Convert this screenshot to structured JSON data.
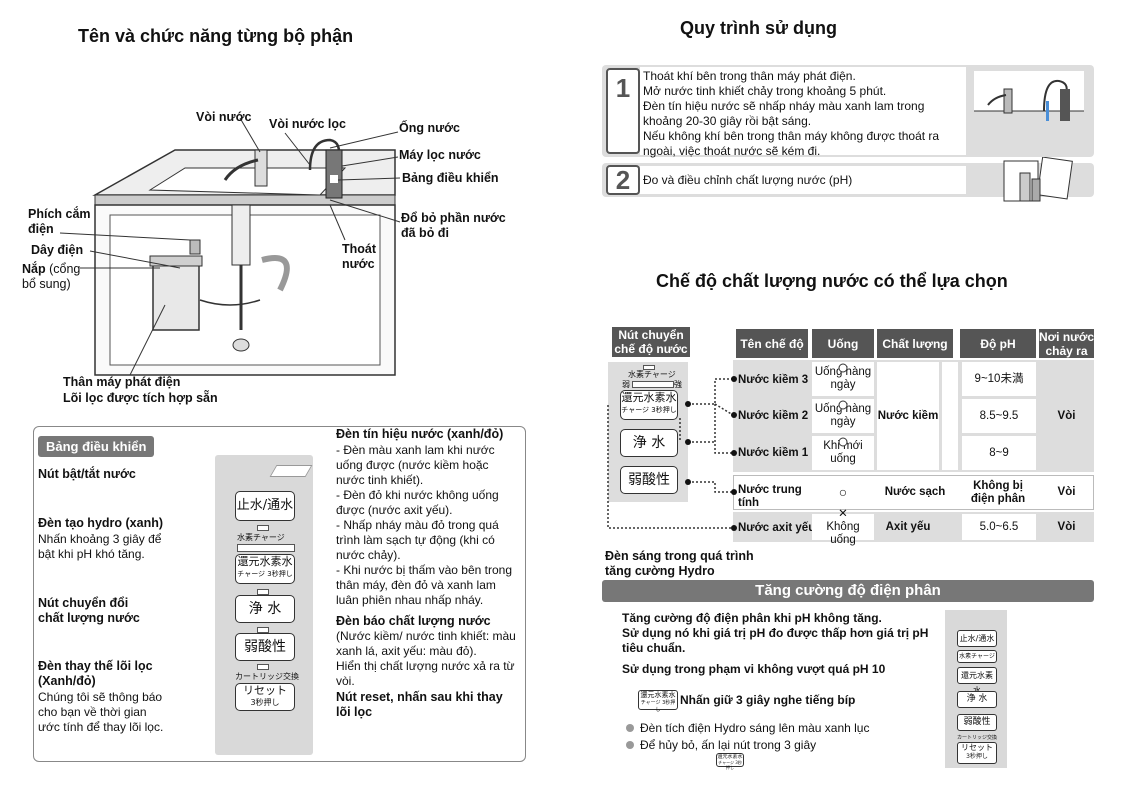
{
  "left": {
    "title": "Tên và chức năng từng bộ phận",
    "labels": {
      "faucet": "Vòi nước",
      "filter_faucet": "Vòi nước lọc",
      "pipe": "Ống nước",
      "filter_unit": "Máy lọc nước",
      "control_panel": "Bảng điều khiển",
      "plug": "Phích cắm\nđiện",
      "wire": "Dây điện",
      "cap_bold": "Nắp",
      "cap_rest": " (cổng\nbổ sung)",
      "waste_pipe": "Đổ bỏ phần nước\nđã bỏ đi",
      "drain": "Thoát\nnước",
      "body": "Thân máy phát điện\nLõi lọc được tích hợp sẵn"
    },
    "panel_box": {
      "tag": "Bảng điều khiển",
      "power_label": "Nút bật/tắt nước",
      "hydro_label": "Đèn tạo hydro (xanh)",
      "hydro_desc": "Nhấn khoảng 3 giây để\nbật khi pH khó tăng.",
      "switch_label": "Nút chuyển đổi\nchất lượng nước",
      "filter_label": "Đèn thay thế lõi lọc\n(Xanh/đỏ)",
      "filter_desc": "Chúng tôi sẽ thông báo\ncho bạn về thời gian\nước tính để thay lõi lọc.",
      "signal_label": "Đèn tín hiệu nước (xanh/đỏ)",
      "signal_desc": "- Đèn màu xanh lam khi nước\nuống được (nước kiềm hoặc\nnước tinh khiết).\n- Đèn đỏ khi nước không uống\nđược (nước axit yếu).\n- Nhấp nháy màu đỏ trong quá\ntrình làm sạch tự động (khi có\nnước chảy).\n- Khi nước bị thấm vào bên trong\nthân máy, đèn đỏ và xanh lam\nluân phiên nhau nhấp nháy.",
      "quality_label": "Đèn báo chất lượng nước",
      "quality_desc": "(Nước kiềm/ nước tinh khiết: màu\nxanh lá, axit yếu: màu đỏ).\nHiển thị chất lượng nước xả ra từ\nvòi.",
      "reset_label": "Nút reset, nhấn sau khi thay\nlõi lọc",
      "btn_power": "止水/通水",
      "hydro_led_text": "水素チャージ",
      "btn_hydro": "還元水素水",
      "btn_hydro_sub": "チャージ 3秒押し",
      "btn_pure": "浄 水",
      "btn_acid": "弱酸性",
      "cartridge_text": "カートリッジ交換",
      "btn_reset": "リセット",
      "btn_reset_sub": "3秒押し"
    }
  },
  "right": {
    "title_process": "Quy trình sử dụng",
    "steps": [
      {
        "num": "1",
        "text": "Thoát khí bên trong thân máy phát điện.\nMở nước tinh khiết chảy trong khoảng 5 phút.\nĐèn tín hiệu nước sẽ nhấp nháy màu xanh lam trong\nkhoảng 20-30 giây rồi bật sáng.\nNếu không khí bên trong thân máy không được thoát ra\nngoài, việc thoát nước sẽ kém đi."
      },
      {
        "num": "2",
        "text": "Đo và điều chỉnh chất lượng nước (pH)"
      }
    ],
    "title_modes": "Chế độ chất lượng nước có thể lựa chọn",
    "table": {
      "headers": [
        "Nút chuyển\nchế độ nước",
        "Tên chế độ",
        "Uống",
        "Chất lượng",
        "Độ pH",
        "Nơi nước\nchảy ra"
      ],
      "rows": [
        {
          "name": "Nước kiềm 3",
          "drink": "Uống hàng\nngày",
          "ph": "9~10未満"
        },
        {
          "name": "Nước kiềm 2",
          "drink": "Uống hàng\nngày",
          "ph": "8.5~9.5"
        },
        {
          "name": "Nước kiềm 1",
          "drink": "Khi mới\nuống",
          "ph": "8~9"
        },
        {
          "name": "Nước trung\ntính",
          "drink": "○",
          "quality": "Nước sạch",
          "ph": "Không bị\nđiện phân",
          "outlet": "Vòi"
        },
        {
          "name": "Nước axit yếu",
          "drink_mark": "✕",
          "drink": "Không uống",
          "quality": "Axit yếu",
          "ph": "5.0~6.5",
          "outlet": "Vòi"
        }
      ],
      "alkaline_quality": "Nước kiềm",
      "alkaline_outlet": "Vòi",
      "panel_hydro_led": "水素チャージ",
      "panel_strength": "弱",
      "panel_strength_high": "強",
      "panel_btn_hydro": "還元水素水",
      "panel_btn_hydro_sub": "チャージ 3秒押し",
      "panel_btn_pure": "浄 水",
      "panel_btn_acid": "弱酸性"
    },
    "hydro_light_note": "Đèn sáng trong quá trình\ntăng cường Hydro",
    "boost": {
      "bar": "Tăng cường độ điện phân",
      "line1": "Tăng cường độ điện phân khi pH không tăng.",
      "line2": "Sử dụng nó khi giá trị pH đo được thấp hơn giá trị pH\ntiêu chuẩn.",
      "line3": "Sử dụng trong phạm vi không vượt quá pH 10",
      "hold": "Nhấn giữ 3 giây nghe tiếng bíp",
      "bullet1": "Đèn tích điện Hydro sáng lên màu xanh lục",
      "bullet2": "Để hủy bỏ, ấn lại nút trong 3 giây",
      "mini_btn": "還元水素水",
      "mini_sub": "チャージ 3秒押し",
      "panel": [
        "止水/通水",
        "水素チャージ",
        "還元水素水",
        "浄 水",
        "弱酸性",
        "カートリッジ交換",
        "リセット",
        "3秒押し"
      ]
    }
  }
}
